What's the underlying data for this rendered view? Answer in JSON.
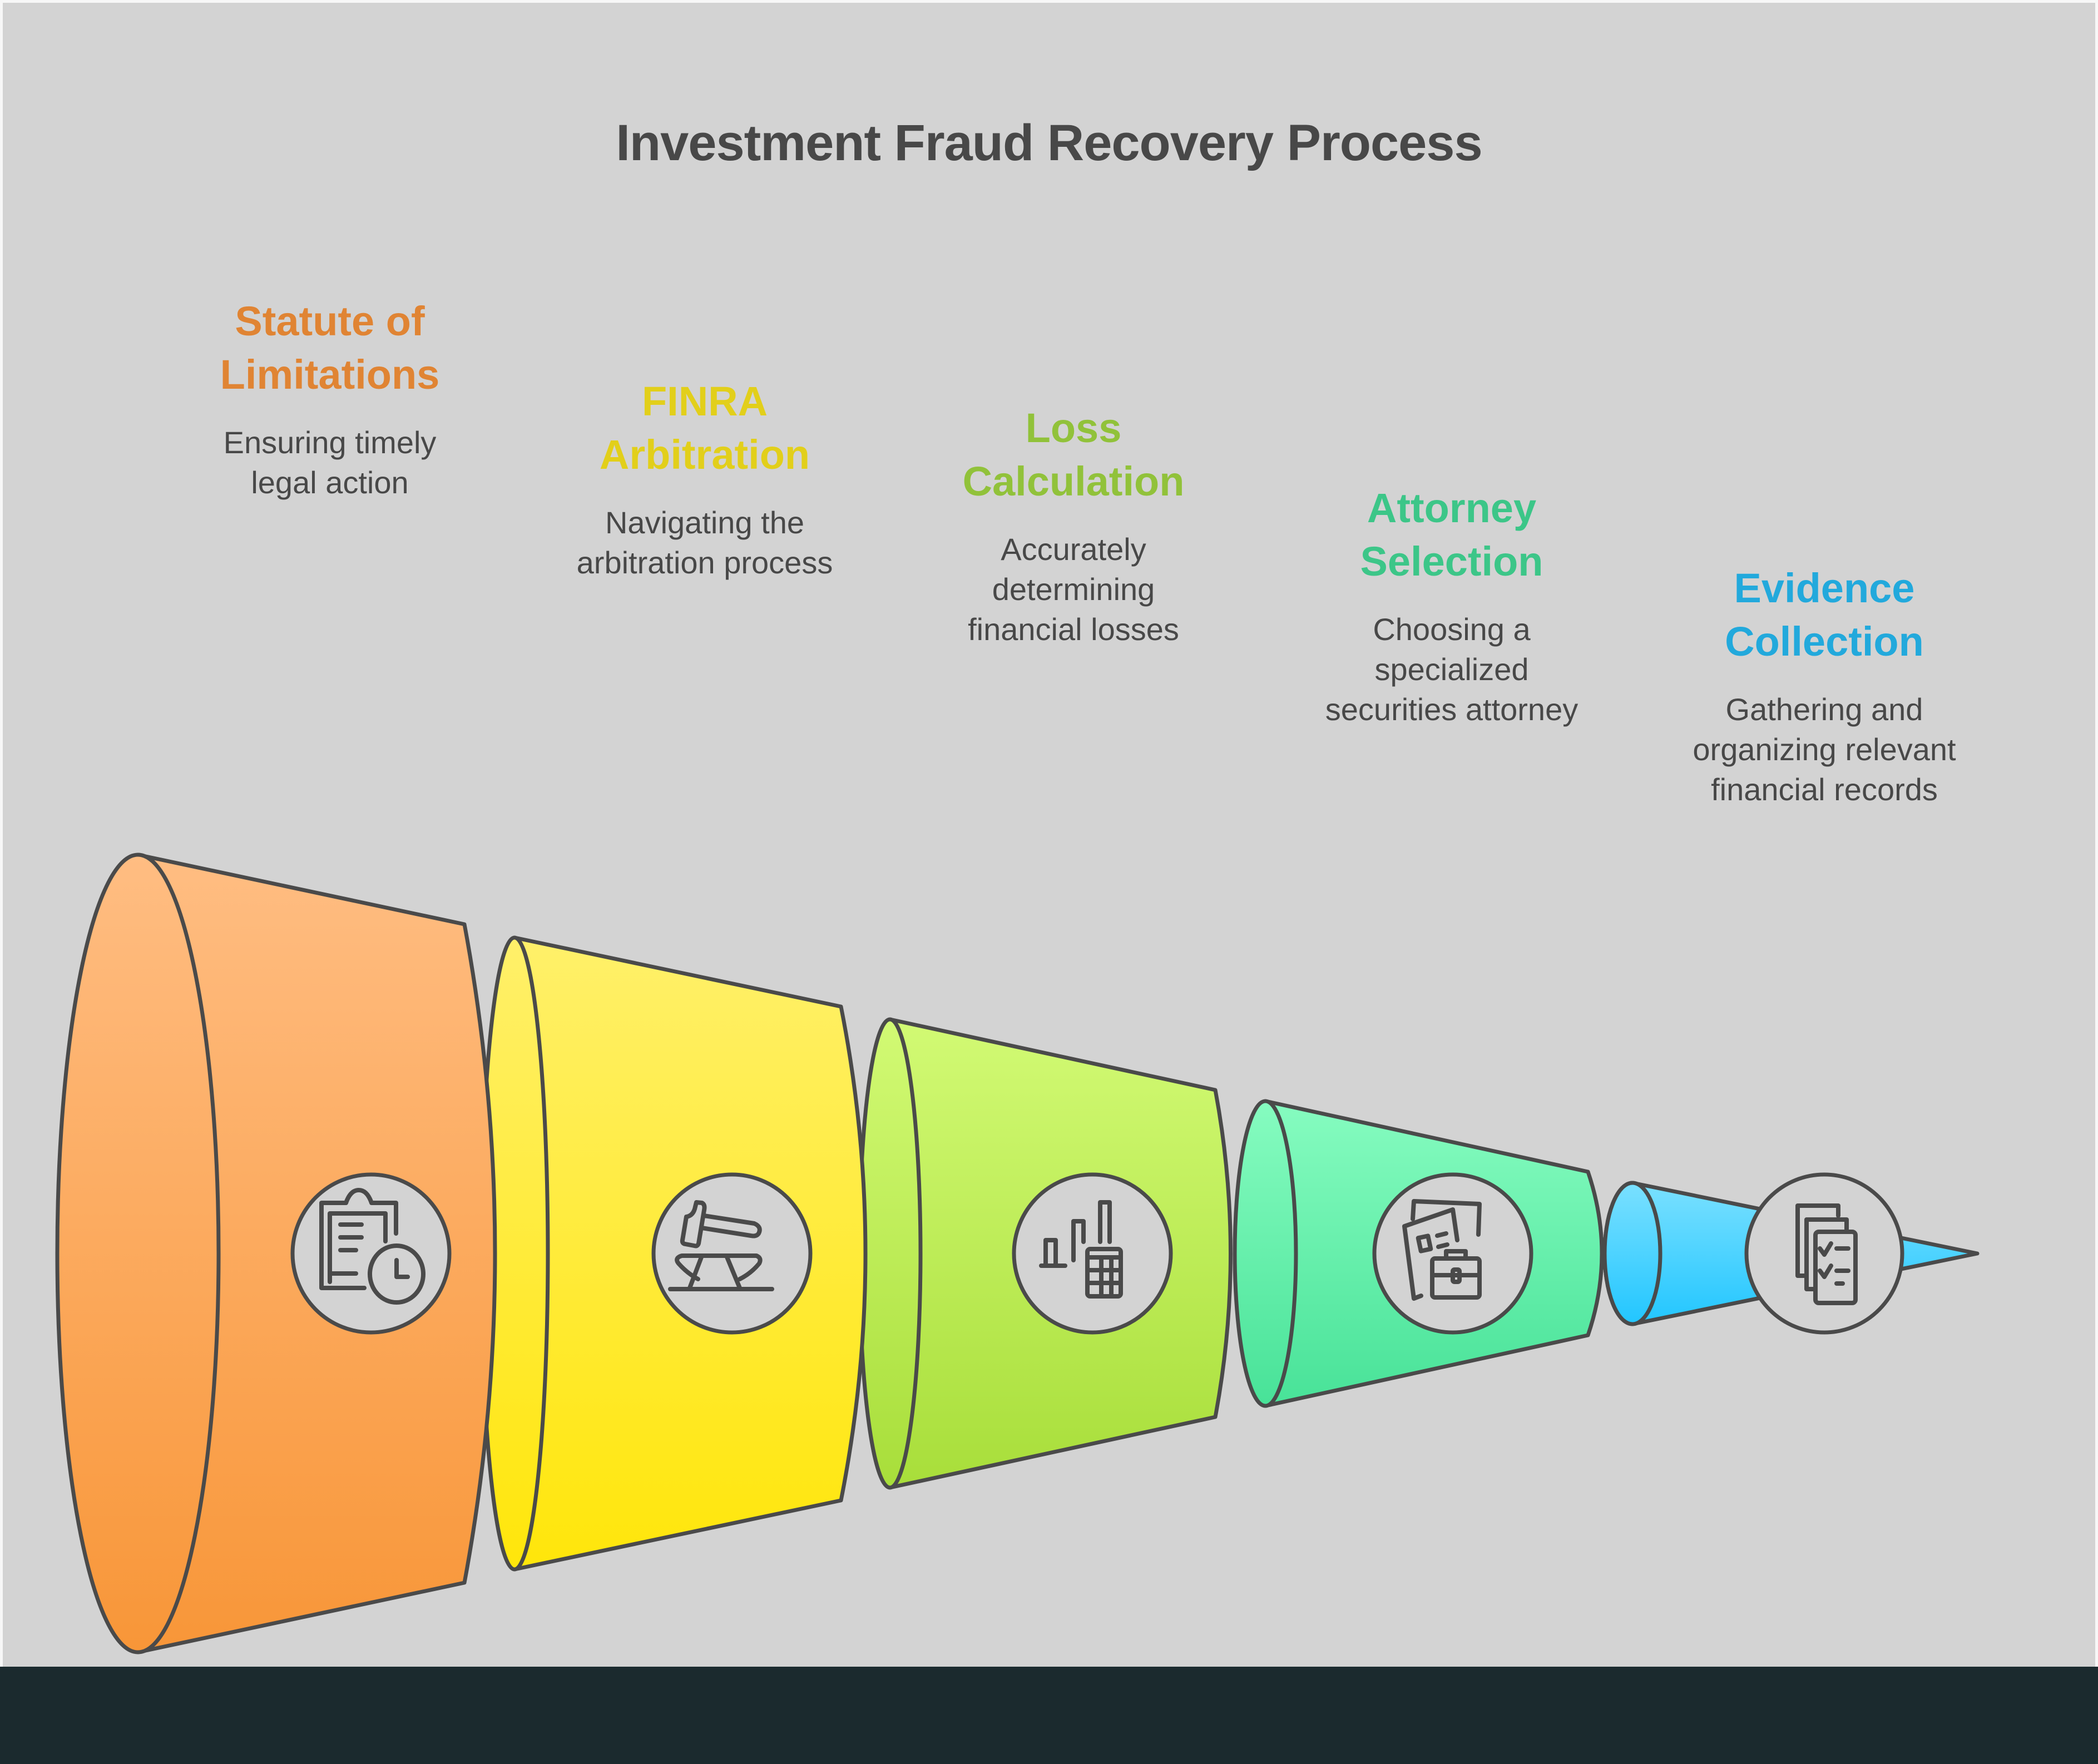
{
  "title": "Investment Fraud Recovery Process",
  "steps": [
    {
      "title_lines": [
        "Statute of",
        "Limitations"
      ],
      "desc_lines": [
        "Ensuring timely",
        "legal action"
      ],
      "color": "#e08433",
      "fill_top": "#ffbd82",
      "fill_bottom": "#f89638",
      "icon": "clipboard-clock-icon"
    },
    {
      "title_lines": [
        "FINRA",
        "Arbitration"
      ],
      "desc_lines": [
        "Navigating the",
        "arbitration process"
      ],
      "color": "#e2cf1a",
      "fill_top": "#fff06a",
      "fill_bottom": "#ffe60a",
      "icon": "gavel-anvil-icon"
    },
    {
      "title_lines": [
        "Loss",
        "Calculation"
      ],
      "desc_lines": [
        "Accurately",
        "determining",
        "financial losses"
      ],
      "color": "#91c23a",
      "fill_top": "#d2fa74",
      "fill_bottom": "#a8de3a",
      "icon": "chart-calculator-icon"
    },
    {
      "title_lines": [
        "Attorney",
        "Selection"
      ],
      "desc_lines": [
        "Choosing a",
        "specialized",
        "securities attorney"
      ],
      "color": "#3cc688",
      "fill_top": "#86fcc0",
      "fill_bottom": "#48e298",
      "icon": "documents-briefcase-icon"
    },
    {
      "title_lines": [
        "Evidence",
        "Collection"
      ],
      "desc_lines": [
        "Gathering and",
        "organizing relevant",
        "financial records"
      ],
      "color": "#22a9dc",
      "fill_top": "#7ae0ff",
      "fill_bottom": "#22c6ff",
      "icon": "checklist-stack-icon"
    }
  ],
  "stroke_color": "#4a4a4a",
  "icon_bg": "#d3d3d3"
}
